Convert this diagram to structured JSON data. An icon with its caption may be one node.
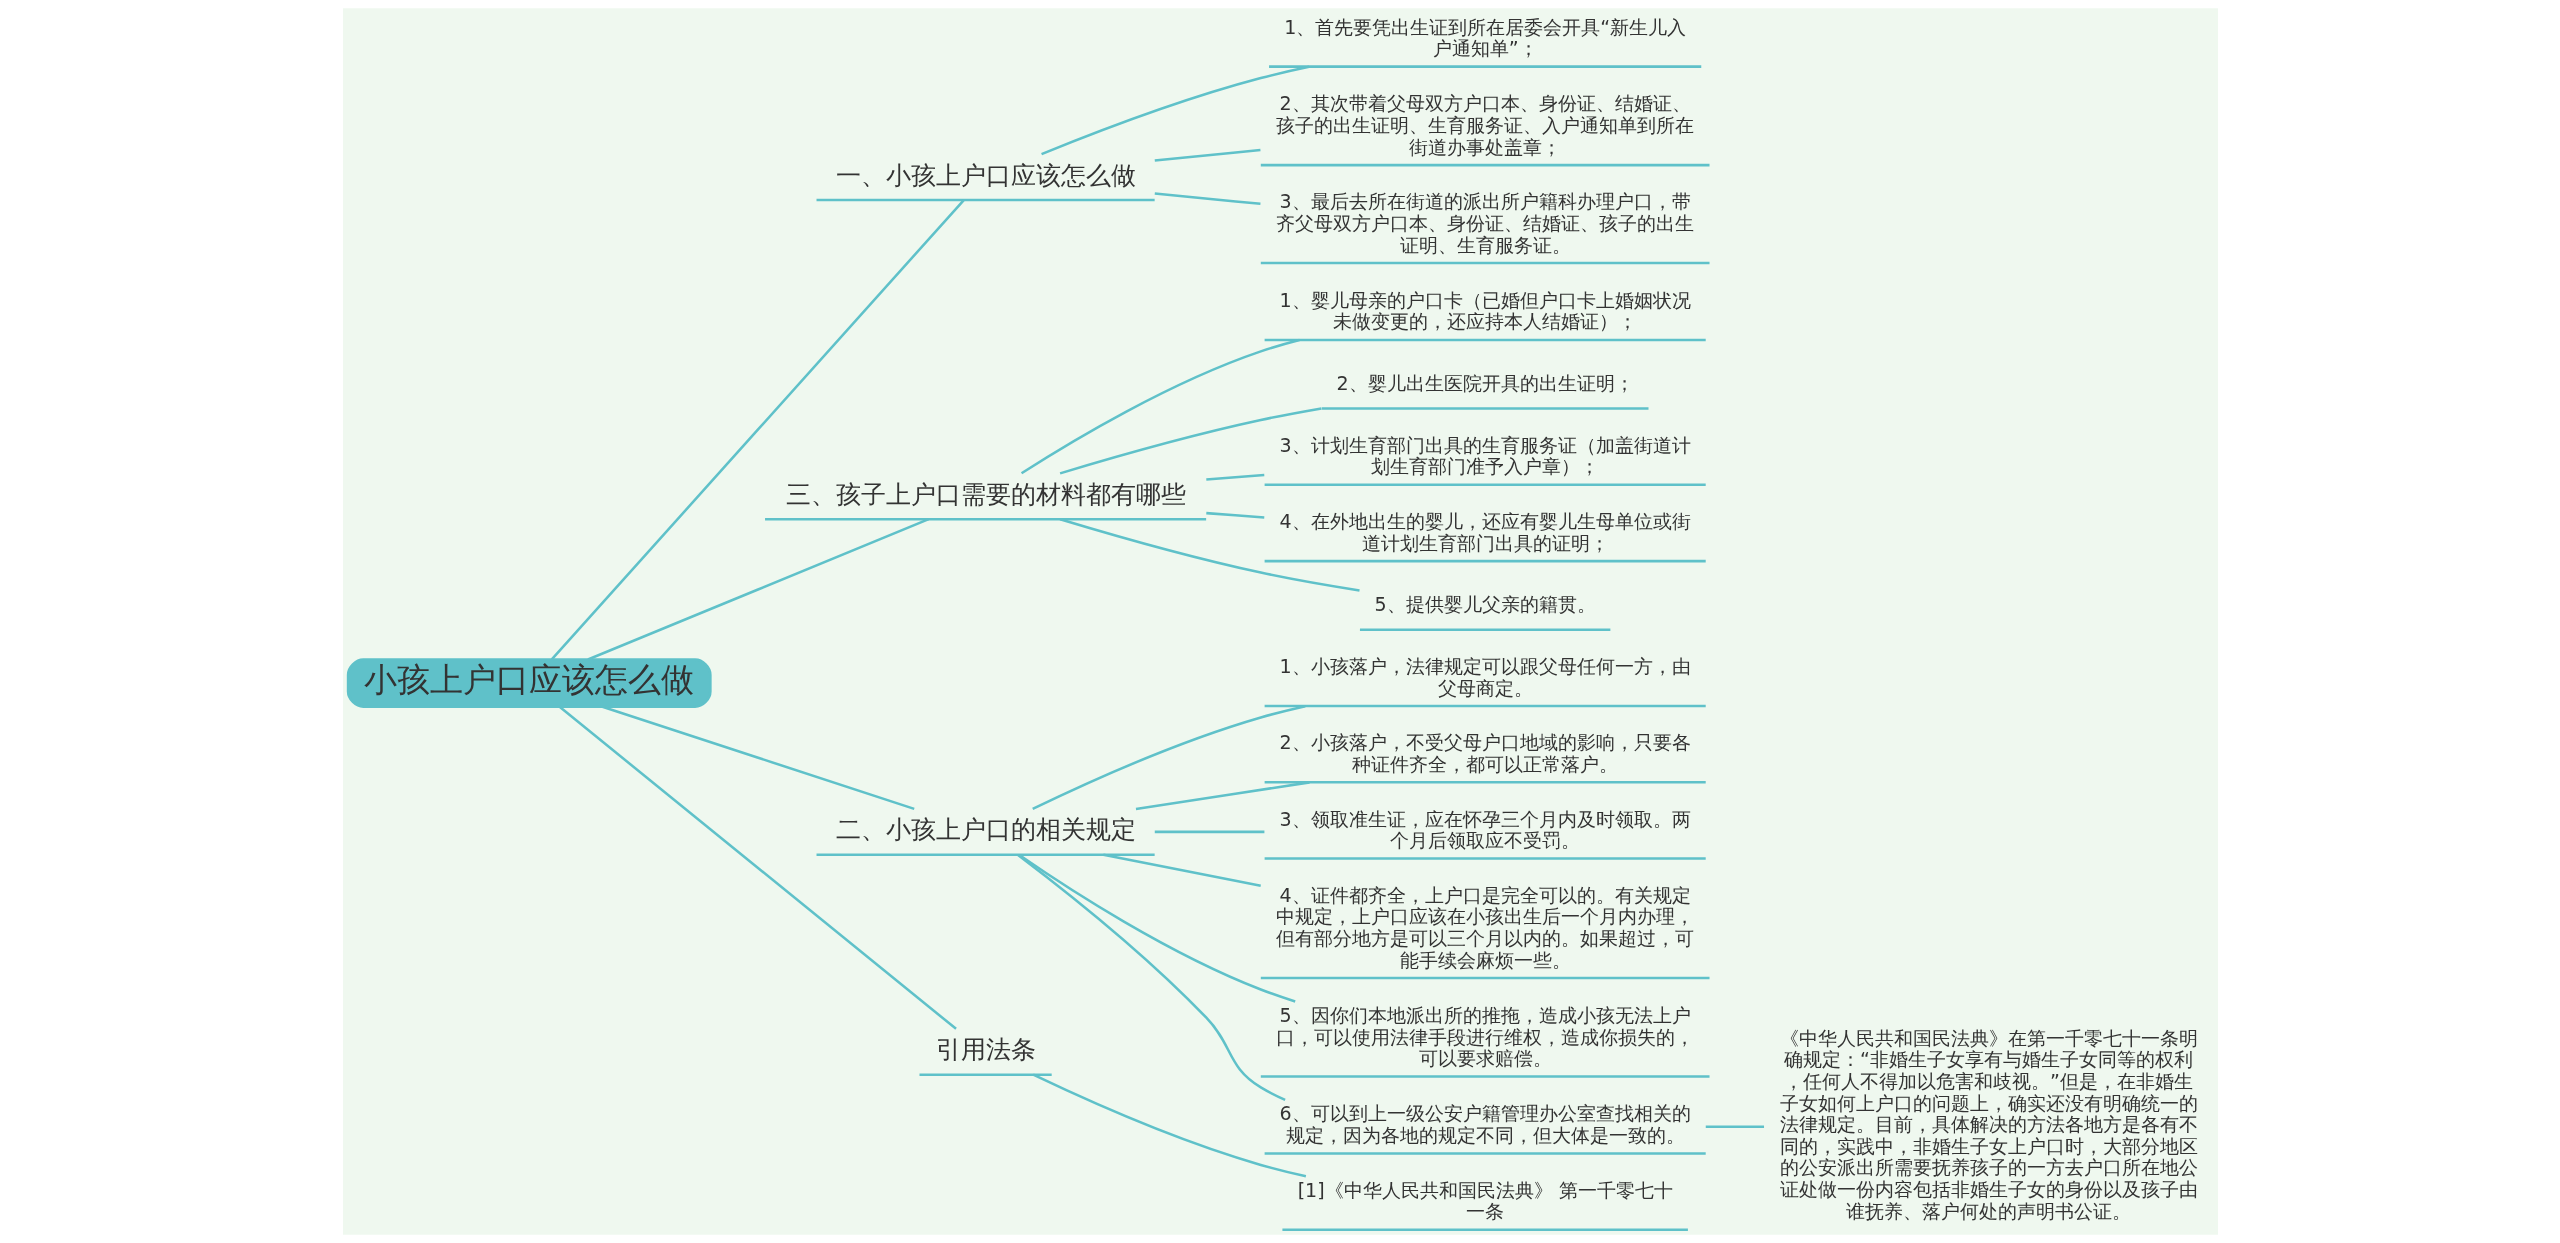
{
  "diagram": {
    "nodes": [
      {
        "text": [
          "小孩上户口应该怎么做"
        ]
      },
      {
        "text": [
          "一、小孩上户口应该怎么做"
        ]
      },
      {
        "text": [
          "1、首先要凭出生证到所在居委会开具“新生儿入户通知单”；"
        ]
      },
      {
        "text": [
          "2、其次带着父母双方户口本、身份证、结婚证、孩子的出生证明、生育服务证、入户通知单到所在街道办事处盖章；"
        ]
      },
      {
        "text": [
          "3、最后去所在街道的派出所户籍科办理户口，带齐父母双方户口本、身份证、结婚证、孩子的出生证明、生育服务证。"
        ]
      },
      {
        "text": [
          "三、孩子上户口需要的材料都有哪些"
        ]
      },
      {
        "text": [
          "1、婴儿母亲的户口卡（已婚但户口卡上婚姻状况未做变更的，还应持本人结婚证）；"
        ]
      },
      {
        "text": [
          "2、婴儿出生医院开具的出生证明；"
        ]
      },
      {
        "text": [
          "3、计划生育部门出具的生育服务证（加盖街道计划生育部门准予入户章）；"
        ]
      },
      {
        "text": [
          "4、在外地出生的婴儿，还应有婴儿生母单位或街道计划生育部门出具的证明；"
        ]
      },
      {
        "text": [
          "5、提供婴儿父亲的籍贯。"
        ]
      },
      {
        "text": [
          "二、小孩上户口的相关规定"
        ]
      },
      {
        "text": [
          "1、小孩落户，法律规定可以跟父母任何一方，由父母商定。"
        ]
      },
      {
        "text": [
          "2、小孩落户，不受父母户口地域的影响，只要各种证件齐全，都可以正常落户。"
        ]
      },
      {
        "text": [
          "3、领取准生证，应在怀孕三个月内及时领取。两个月后领取应不受罚。"
        ]
      },
      {
        "text": [
          "4、证件都齐全，上户口是完全可以的。有关规定中规定，上户口应该在小孩出生后一个月内办理，但有部分地方是可以三个月以内的。如果超过，可能手续会麻烦一些。"
        ]
      },
      {
        "text": [
          "5、因你们本地派出所的推拖，造成小孩无法上户口，可以使用法律手段进行维权，造成你损失的，可以要求赔偿。"
        ]
      },
      {
        "text": [
          "6、可以到上一级公安户籍管理办公室查找相关的规定，因为各地的规定不同，但大体是一致的。"
        ]
      },
      {
        "text": [
          "《中华人民共和国民法典》在第一千零七十一条明确规定：“非婚生子女享有与婚生子女同等的权利，任何人不得加以危害和歧视。”但是，在非婚生子女如何上户口的问题上，确实还没有明确统一的法律规定。目前，具体解决的方法各地方是各有不同的，实践中，非婚生子女上户口时，大部分地区的公安派出所需要抚养孩子的一方去户口所在地公证处做一份内容包括非婚生子女的身份以及孩子由谁抚养、落户何处的声明书公证。"
        ]
      },
      {
        "text": [
          "引用法条"
        ]
      },
      {
        "text": [
          "[1]《中华人民共和国民法典》 第一千零七十一条"
        ]
      }
    ],
    "edges": [
      {
        "from": 0,
        "to": 1,
        "arrow": "none"
      },
      {
        "from": 1,
        "to": 2,
        "arrow": "none"
      },
      {
        "from": 1,
        "to": 3,
        "arrow": "none"
      },
      {
        "from": 1,
        "to": 4,
        "arrow": "none"
      },
      {
        "from": 0,
        "to": 5,
        "arrow": "none"
      },
      {
        "from": 5,
        "to": 6,
        "arrow": "none"
      },
      {
        "from": 5,
        "to": 7,
        "arrow": "none"
      },
      {
        "from": 5,
        "to": 8,
        "arrow": "none"
      },
      {
        "from": 5,
        "to": 9,
        "arrow": "none"
      },
      {
        "from": 5,
        "to": 10,
        "arrow": "none"
      },
      {
        "from": 0,
        "to": 11,
        "arrow": "none"
      },
      {
        "from": 11,
        "to": 12,
        "arrow": "none"
      },
      {
        "from": 11,
        "to": 13,
        "arrow": "none"
      },
      {
        "from": 11,
        "to": 14,
        "arrow": "none"
      },
      {
        "from": 11,
        "to": 15,
        "arrow": "none"
      },
      {
        "from": 11,
        "to": 16,
        "arrow": "none"
      },
      {
        "from": 11,
        "to": 17,
        "arrow": "none"
      },
      {
        "from": 17,
        "to": 18,
        "arrow": "none"
      },
      {
        "from": 0,
        "to": 19,
        "arrow": "none"
      },
      {
        "from": 19,
        "to": 20,
        "arrow": "none"
      }
    ]
  }
}
